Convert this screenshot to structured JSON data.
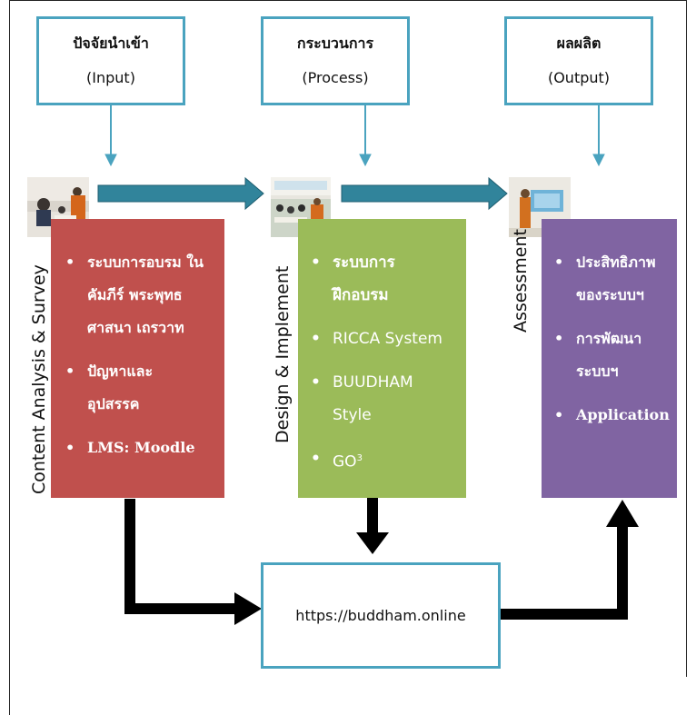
{
  "phases": {
    "input": {
      "title": "ปัจจัยนำเข้า",
      "subtitle": "(Input)"
    },
    "process": {
      "title": "กระบวนการ",
      "subtitle": "(Process)"
    },
    "output": {
      "title": "ผลผลิต",
      "subtitle": "(Output)"
    }
  },
  "stages": {
    "analysis": {
      "label": "Content Analysis & Survey",
      "items": [
        "ระบบการอบรม ในคัมภีร์ พระพุทธศาสนา เถรวาท",
        "ปัญหาและ อุปสรรค",
        "LMS: Moodle"
      ],
      "color": "#c0504d"
    },
    "design": {
      "label": "Design & Implement",
      "items": [
        "ระบบการ ฝึกอบรม",
        "RICCA System",
        "BUUDHAM Style",
        "GO",
        "3"
      ],
      "color": "#9bbb59"
    },
    "assessment": {
      "label": "Assessment",
      "items": [
        "ประสิทธิภาพ ของระบบฯ",
        "การพัฒนา ระบบฯ",
        "Application"
      ],
      "color": "#8064a2"
    }
  },
  "platform": {
    "url": "https://buddham.online"
  },
  "colors": {
    "box_border": "#4aa3bf",
    "flow_arrow": "#31849b",
    "connector": "#000000"
  }
}
